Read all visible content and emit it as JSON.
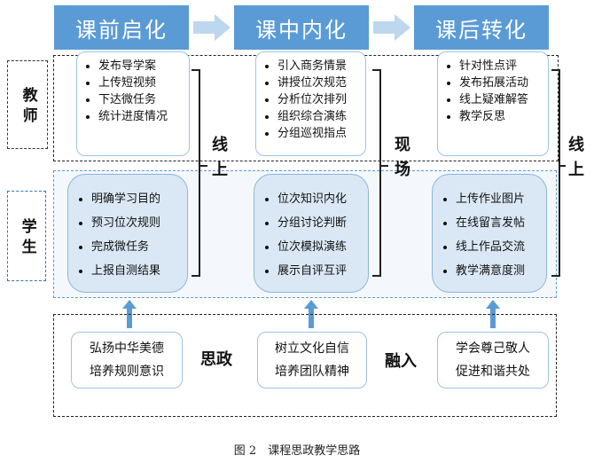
{
  "stages": [
    "课前启化",
    "课中内化",
    "课后转化"
  ],
  "roles": {
    "teacher": "教 师",
    "student": "学 生"
  },
  "teacher_columns": [
    [
      "发布导学案",
      "上传短视频",
      "下达微任务",
      "统计进度情况"
    ],
    [
      "引入商务情景",
      "讲授位次规范",
      "分析位次排列",
      "组织综合演练",
      "分组巡视指点"
    ],
    [
      "针对性点评",
      "发布拓展活动",
      "线上疑难解答",
      "教学反思"
    ]
  ],
  "student_columns": [
    [
      "明确学习目的",
      "预习位次规则",
      "完成微任务",
      "上报自测结果"
    ],
    [
      "位次知识内化",
      "分组讨论判断",
      "位次模拟演练",
      "展示自评互评"
    ],
    [
      "上传作业图片",
      "在线留言发帖",
      "线上作品交流",
      "教学满意度测"
    ]
  ],
  "mode_labels": {
    "left": "线上",
    "middle": "现场",
    "right": "线上"
  },
  "ideology": {
    "boxes": [
      [
        "弘扬中华美德",
        "培养规则意识"
      ],
      [
        "树立文化自信",
        "培养团队精神"
      ],
      [
        "学会尊己敬人",
        "促进和谐共处"
      ]
    ],
    "label_left": "思政",
    "label_right": "融入"
  },
  "caption": "图 2　课程思政教学思路"
}
